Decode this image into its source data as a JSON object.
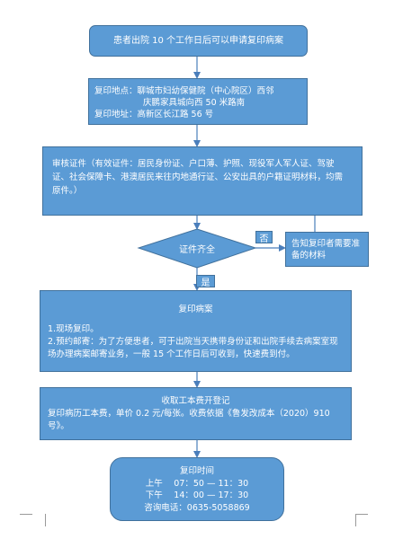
{
  "nodes": {
    "start": "患者出院 10 个工作日后可以申请复印病案",
    "address": {
      "line1": "复印地点：聊城市妇幼保健院（中心院区）西邻",
      "line2": "庆鹏家具城向西 50 米路南",
      "line3": "复印地址：高新区长江路 56 号"
    },
    "documents": "审核证件（有效证件：居民身份证、户口薄、护照、现役军人军人证、驾驶证、社会保障卡、港澳居民来往内地通行证、公安出具的户籍证明材料，均需原件。）",
    "decision": "证件齐全",
    "notify": "告知复印者需要准备的材料",
    "copy": {
      "title": "复印病案",
      "item1": "1.现场复印。",
      "item2": "2.预约邮寄：为了方便患者，可于出院当天携带身份证和出院手续去病案室现场办理病案邮寄业务，一般 15 个工作日后可收到，快速费到付。"
    },
    "fee": {
      "title": "收取工本费开登记",
      "body": "复印病历工本费，单价 0.2 元/每张。收费依据《鲁发改成本（2020）910 号》。"
    },
    "hours": {
      "title": "复印时间",
      "morning": "上午  　07：50 — 11：30",
      "afternoon": "下午  　14：00 — 17：30",
      "phone": "咨询电话：0635-5058869"
    }
  },
  "labels": {
    "no": "否",
    "yes": "是"
  },
  "colors": {
    "fill": "#5b9bd5",
    "border": "#41719c",
    "arrow": "#4a7ebb"
  }
}
